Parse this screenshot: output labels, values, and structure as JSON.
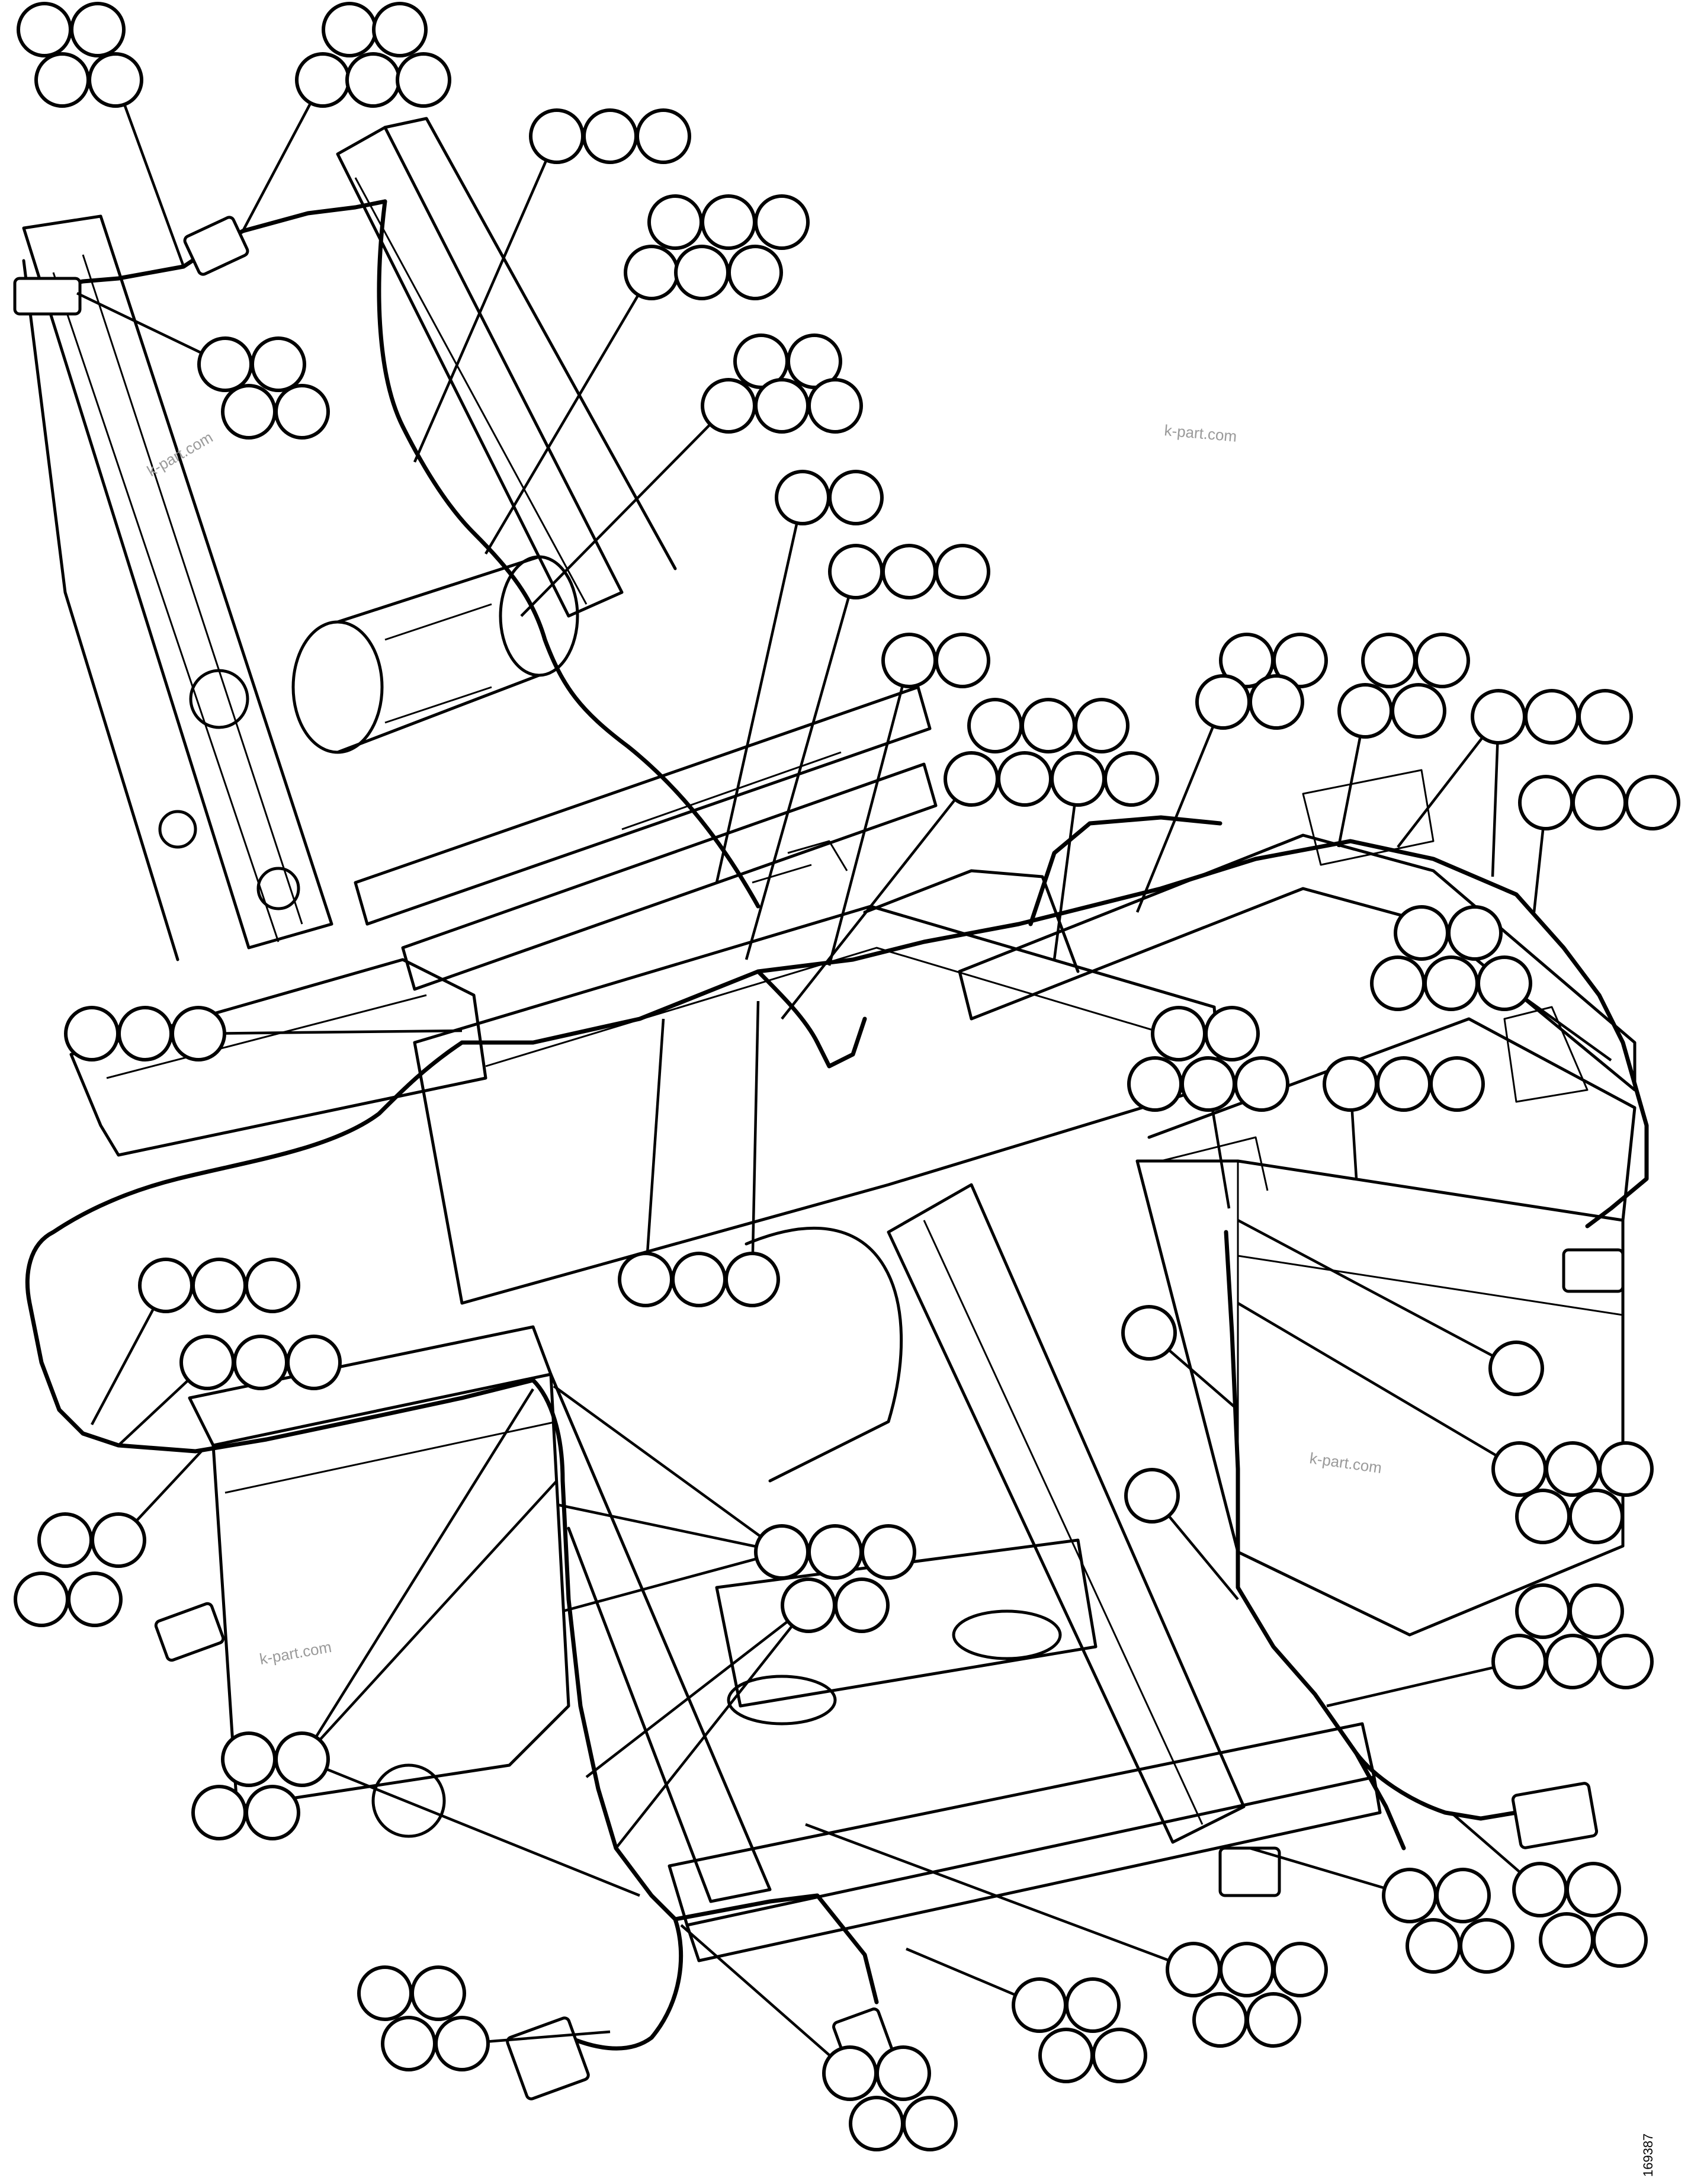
{
  "watermarks": [
    "k-part.com",
    "k-part.com",
    "k-part.com",
    "k-part.com"
  ],
  "document_number": "169387",
  "colors": {
    "line": "#000000",
    "background": "#ffffff",
    "watermark": "#9a9a9a"
  }
}
